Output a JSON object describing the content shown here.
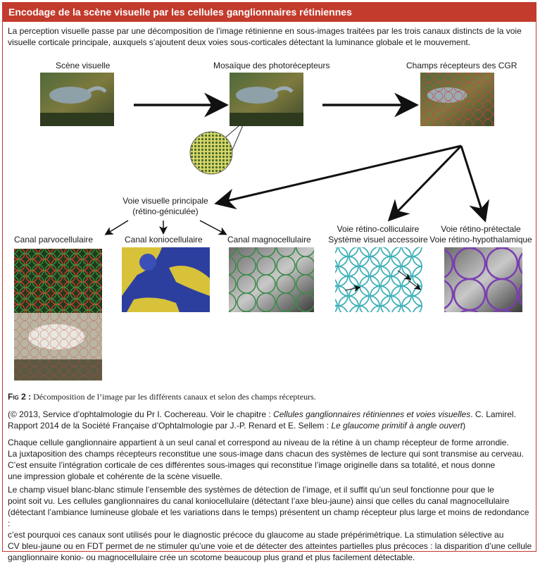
{
  "header": {
    "title": "Encodage de la scène visuelle par les cellules ganglionnaires rétiniennes"
  },
  "intro": "La perception visuelle passe par une décomposition de l’image rétinienne en sous-images traitées par les trois canaux distincts de la voie visuelle corticale principale, auxquels s’ajoutent deux voies sous-corticales détectant la luminance globale et le mouvement.",
  "figure": {
    "top_labels": {
      "scene": "Scène visuelle",
      "mosaic": "Mosaïque des photorécepteurs",
      "cgr": "Champs récepteurs des CGR"
    },
    "main_path": {
      "line1": "Voie visuelle principale",
      "line2": "(rétino-géniculée)"
    },
    "channels": {
      "parvo": "Canal parvocellulaire",
      "konio": "Canal koniocellulaire",
      "magno": "Canal magnocellulaire",
      "colliculus_1": "Voie rétino-colliculaire",
      "colliculus_2": "Système visuel accessoire",
      "pretectal_1": "Voie rétino-prétectale",
      "pretectal_2": "Voie rétino-hypothalamique"
    },
    "colors": {
      "header_red": "#c23b2d",
      "parvo_red": "#d23a2a",
      "parvo_green": "#3c9a3c",
      "konio_blue": "#2d3f9e",
      "konio_yellow": "#d8c23a",
      "magno_green": "#3d8a48",
      "colliculus_cyan": "#3fb0b8",
      "pretectal_purple": "#7a3fb0"
    }
  },
  "caption": {
    "fig_label": "Fig 2 :",
    "text": "Décomposition de l’image par les différents canaux et selon des champs récepteurs."
  },
  "credit": {
    "part1": "(© 2013, Service d’ophtalmologie du Pr I. Cochereau. Voir le chapitre : ",
    "chapter": "Cellules ganglionnaires rétiniennes et voies visuelles",
    "part2": ". C. Lamirel.",
    "part3": "Rapport 2014 de la Société Française d’Ophtalmologie par J.-P. Renard et E. Sellem : ",
    "report": "Le glaucome primitif à angle ouvert",
    "part4": ")"
  },
  "paragraphs": {
    "p1": [
      "Chaque cellule ganglionnaire appartient à un seul canal et correspond au niveau de la rétine à un champ récepteur de forme arrondie.",
      "La juxtaposition des champs récepteurs reconstitue une sous-image dans chacun des systèmes de lecture qui sont transmise au cerveau.",
      "C’est ensuite l’intégration corticale de ces différentes sous-images qui reconstitue l’image originelle dans sa totalité, et nous donne",
      "une impression globale et cohérente de la scène visuelle."
    ],
    "p2": [
      "Le champ visuel blanc-blanc stimule l’ensemble des systèmes de détection de l’image, et il suffit qu’un seul fonctionne pour que le",
      "point soit vu. Les cellules ganglionnaires du canal koniocellulaire (détectant l’axe bleu-jaune) ainsi que celles du canal magnocellulaire",
      "(détectant l’ambiance lumineuse globale et les variations dans le temps) présentent un champ récepteur plus large et moins de redondance :",
      "c’est pourquoi ces canaux sont utilisés pour le diagnostic précoce du glaucome au stade prépérimétrique. La stimulation sélective au",
      "CV bleu-jaune ou en FDT permet de ne stimuler qu’une voie et de détecter des atteintes partielles plus précoces : la disparition d’une cellule",
      "ganglionnaire konio- ou magnocellulaire crée un scotome beaucoup plus grand et plus facilement détectable."
    ]
  }
}
